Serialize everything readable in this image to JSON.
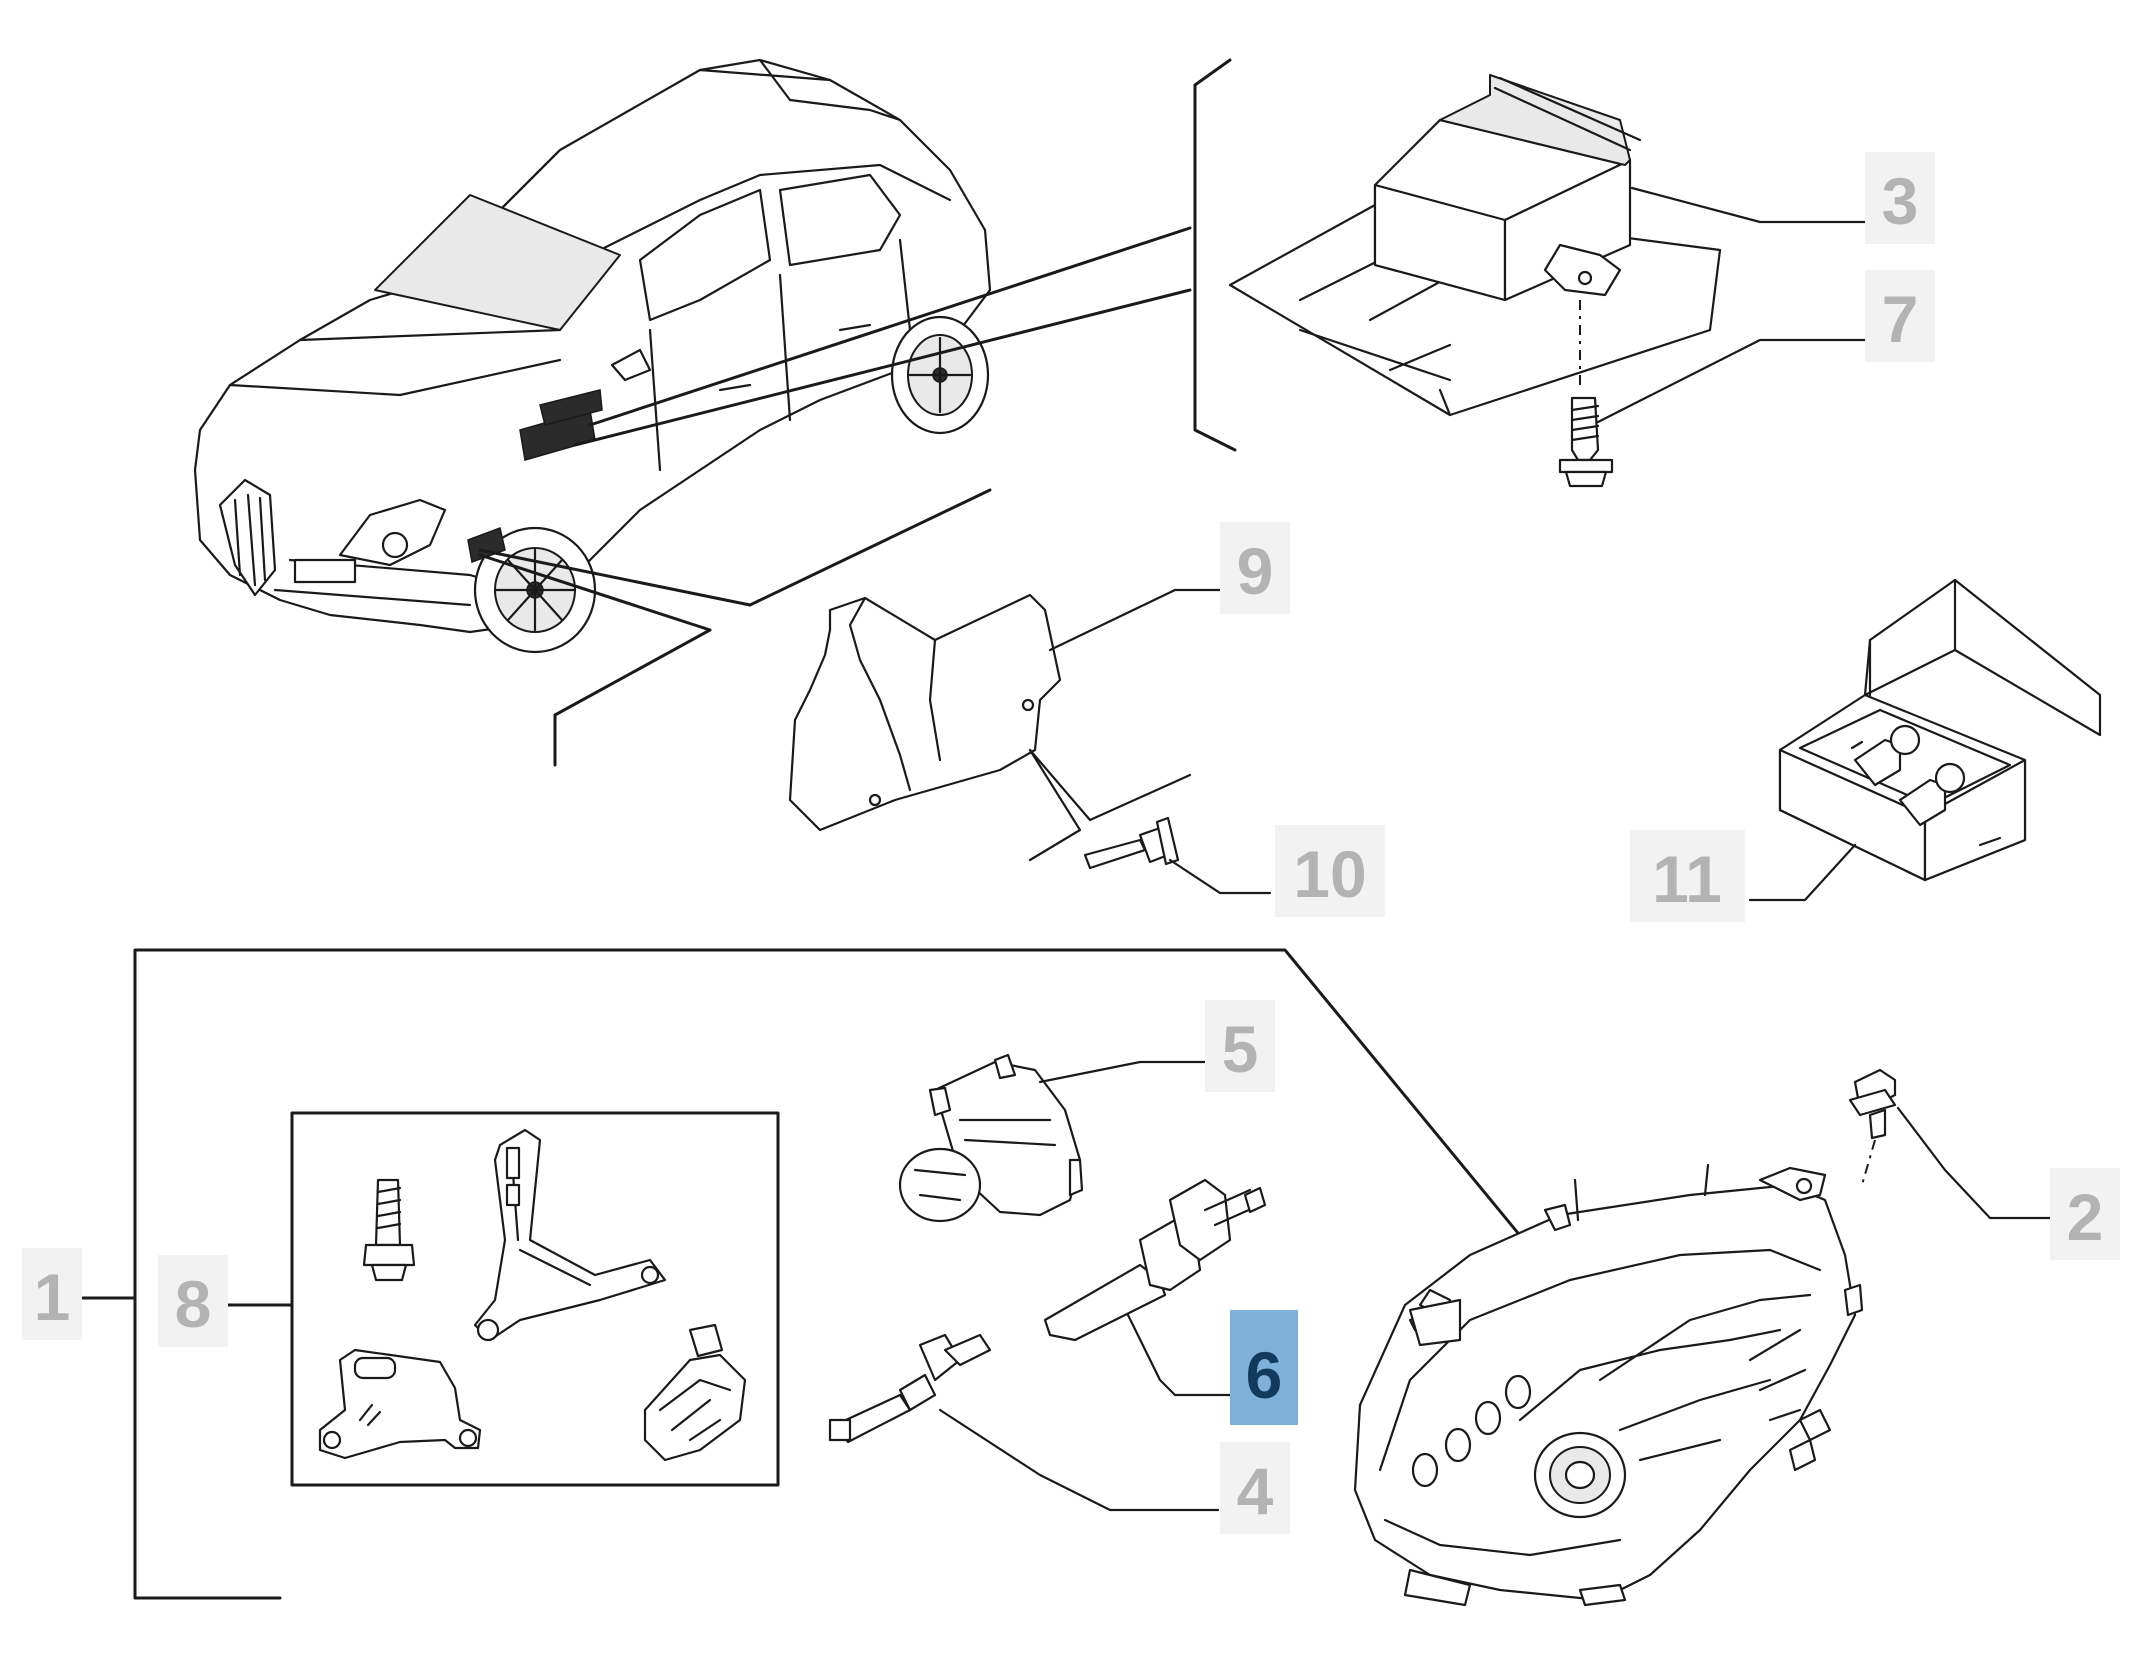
{
  "diagram": {
    "highlighted_callout": "6",
    "colors": {
      "callout_text": "#b3b3b3",
      "highlight_bg": "#7fb0d8",
      "highlight_text": "#123a5c",
      "line": "#1a1a1a"
    },
    "callouts": {
      "c1": "1",
      "c2": "2",
      "c3": "3",
      "c4": "4",
      "c5": "5",
      "c6": "6",
      "c7": "7",
      "c8": "8",
      "c9": "9",
      "c10": "10",
      "c11": "11"
    }
  }
}
